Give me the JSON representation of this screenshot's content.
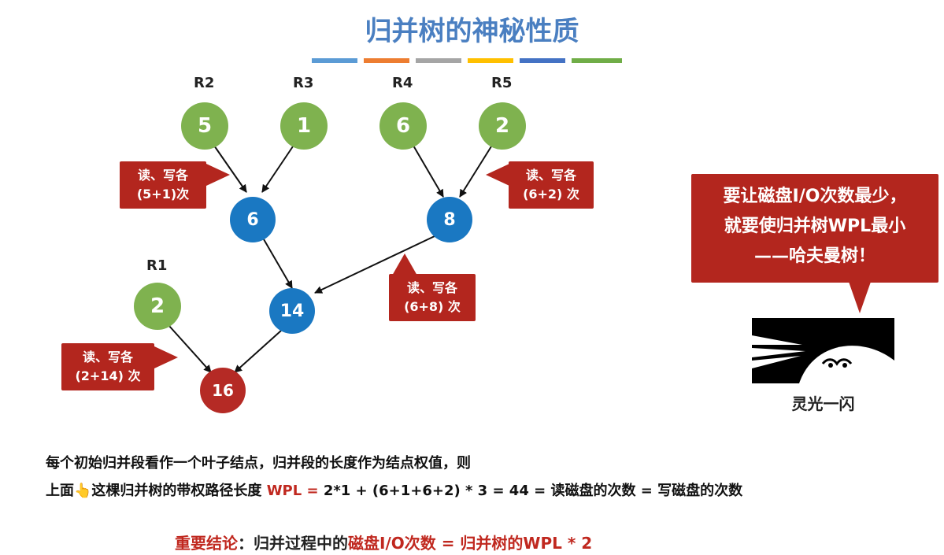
{
  "title": "归并树的神秘性质",
  "color_bar": [
    "#5b9bd5",
    "#ed7d31",
    "#a5a5a5",
    "#ffc000",
    "#4472c4",
    "#70ad47"
  ],
  "run_labels": {
    "r1": "R1",
    "r2": "R2",
    "r3": "R3",
    "r4": "R4",
    "r5": "R5"
  },
  "nodes": {
    "r2": "5",
    "r3": "1",
    "r4": "6",
    "r5": "2",
    "r1": "2",
    "n6": "6",
    "n8": "8",
    "n14": "14",
    "n16": "16"
  },
  "callouts": {
    "c1_line1": "读、写各",
    "c1_line2": "(5+1)次",
    "c2_line1": "读、写各",
    "c2_line2": "(6+2) 次",
    "c3_line1": "读、写各",
    "c3_line2": "(6+8) 次",
    "c4_line1": "读、写各",
    "c4_line2": "(2+14) 次"
  },
  "insight": {
    "line1": "要让磁盘I/O次数最少，",
    "line2": "就要使归并树WPL最小",
    "line3": "——哈夫曼树！",
    "caption": "灵光一闪"
  },
  "text": {
    "line1": "每个初始归并段看作一个叶子结点，归并段的长度作为结点权值，则",
    "line2_a": "上面👆这棵归并树的带权路径长度 ",
    "line2_wpl": "WPL = ",
    "line2_b": " 2*1 + (6+1+6+2) * 3 =  44  = 读磁盘的次数 = 写磁盘的次数"
  },
  "conclusion": {
    "label": "重要结论",
    "colon": "：归并过程中的",
    "highlight": "磁盘I/O次数 = 归并树的WPL * 2"
  }
}
